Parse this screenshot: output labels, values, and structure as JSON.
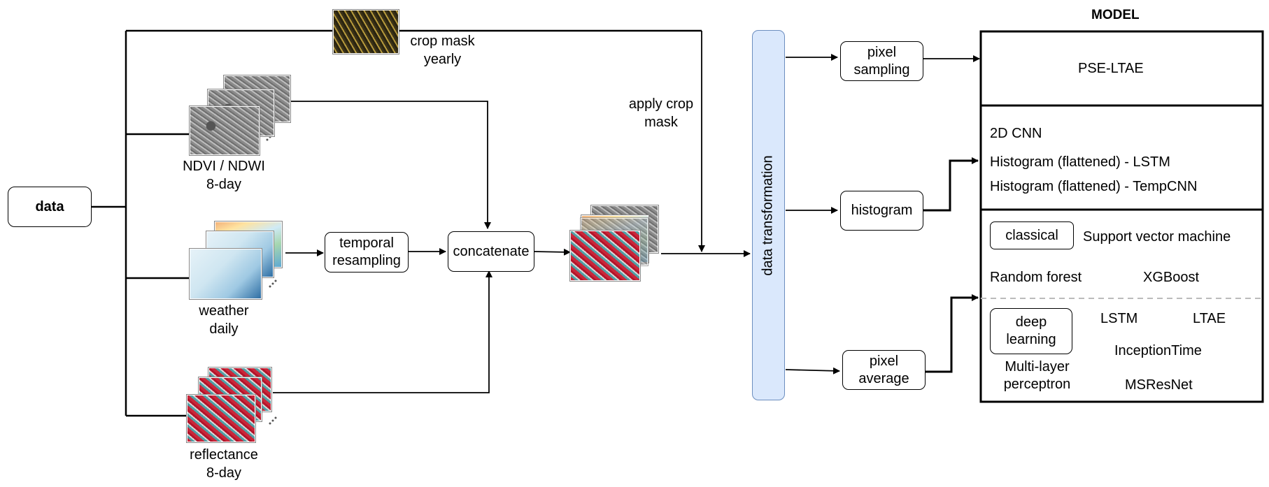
{
  "data_label": "data",
  "crop_mask": {
    "line1": "crop mask",
    "line2": "yearly"
  },
  "ndvi": {
    "line1": "NDVI / NDWI",
    "line2": "8-day"
  },
  "weather": {
    "line1": "weather",
    "line2": "daily"
  },
  "reflectance": {
    "line1": "reflectance",
    "line2": "8-day"
  },
  "temporal_resampling": {
    "line1": "temporal",
    "line2": "resampling"
  },
  "concatenate": "concatenate",
  "apply_crop_mask": {
    "line1": "apply crop",
    "line2": "mask"
  },
  "data_transformation": "data transformation",
  "pixel_sampling": {
    "line1": "pixel",
    "line2": "sampling"
  },
  "histogram": "histogram",
  "pixel_average": {
    "line1": "pixel",
    "line2": "average"
  },
  "model": {
    "title": "MODEL",
    "pse_ltae": "PSE-LTAE",
    "cnn_2d": "2D CNN",
    "hist_lstm": "Histogram (flattened) - LSTM",
    "hist_tempcnn": "Histogram (flattened) - TempCNN",
    "classical": "classical",
    "svm": "Support vector machine",
    "random_forest": "Random forest",
    "xgboost": "XGBoost",
    "deep_learning": {
      "line1": "deep",
      "line2": "learning"
    },
    "lstm": "LSTM",
    "ltae": "LTAE",
    "inception_time": "InceptionTime",
    "mlp": {
      "line1": "Multi-layer",
      "line2": "perceptron"
    },
    "msresnet": "MSResNet"
  },
  "colors": {
    "transform_fill": "#dae8fc",
    "transform_stroke": "#6c8ebf",
    "line": "#000000"
  }
}
